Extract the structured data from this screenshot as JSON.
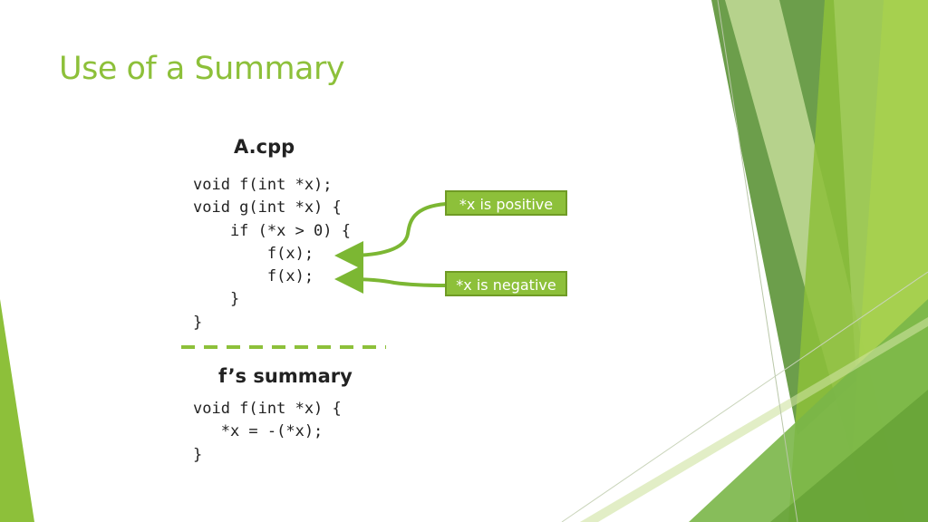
{
  "slide": {
    "title": "Use of a Summary",
    "file_heading": "A.cpp",
    "code_a": [
      "void f(int *x);",
      "void g(int *x) {",
      "    if (*x > 0) {",
      "        f(x);",
      "        f(x);",
      "    }",
      "}"
    ],
    "summary_heading": "f’s summary",
    "code_summary": [
      "void f(int *x) {",
      "   *x = -(*x);",
      "}"
    ],
    "callout_positive": "*x is positive",
    "callout_negative": "*x is negative"
  },
  "colors": {
    "accent": "#8dc03a",
    "accent_dark": "#6f9b25",
    "arrow": "#7cb733"
  }
}
